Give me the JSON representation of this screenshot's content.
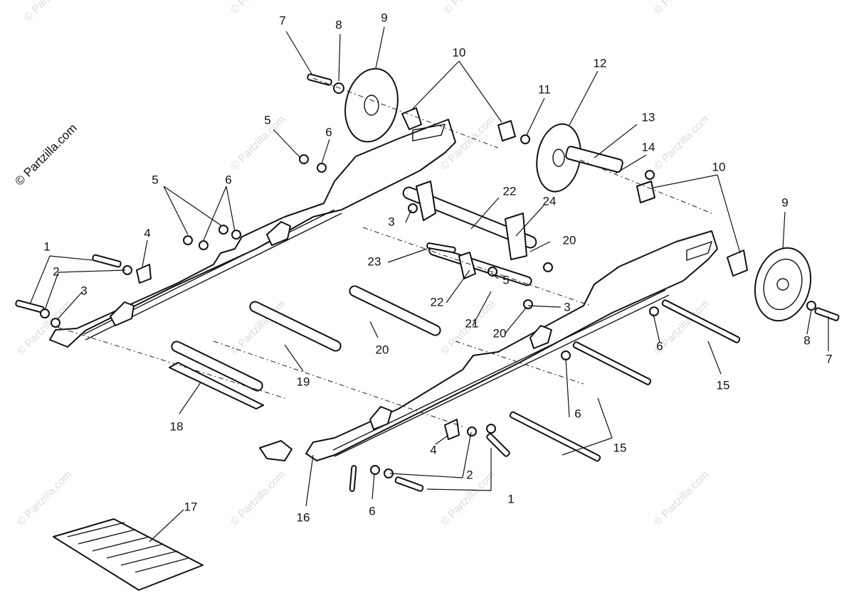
{
  "copyright": "© Partzilla.com",
  "watermark": "© Partzilla.com",
  "callouts": [
    {
      "id": "c7a",
      "label": "7"
    },
    {
      "id": "c8a",
      "label": "8"
    },
    {
      "id": "c9a",
      "label": "9"
    },
    {
      "id": "c10a",
      "label": "10"
    },
    {
      "id": "c11",
      "label": "11"
    },
    {
      "id": "c12",
      "label": "12"
    },
    {
      "id": "c13",
      "label": "13"
    },
    {
      "id": "c14",
      "label": "14"
    },
    {
      "id": "c10b",
      "label": "10"
    },
    {
      "id": "c9b",
      "label": "9"
    },
    {
      "id": "c5a",
      "label": "5"
    },
    {
      "id": "c6a",
      "label": "6"
    },
    {
      "id": "c5b",
      "label": "5"
    },
    {
      "id": "c6b",
      "label": "6"
    },
    {
      "id": "c4a",
      "label": "4"
    },
    {
      "id": "c1a",
      "label": "1"
    },
    {
      "id": "c2a",
      "label": "2"
    },
    {
      "id": "c3a",
      "label": "3"
    },
    {
      "id": "c22a",
      "label": "22"
    },
    {
      "id": "c24",
      "label": "24"
    },
    {
      "id": "c3b",
      "label": "3"
    },
    {
      "id": "c20a",
      "label": "20"
    },
    {
      "id": "c23",
      "label": "23"
    },
    {
      "id": "c5c",
      "label": "5"
    },
    {
      "id": "c22b",
      "label": "22"
    },
    {
      "id": "c21",
      "label": "21"
    },
    {
      "id": "c20b",
      "label": "20"
    },
    {
      "id": "c3c",
      "label": "3"
    },
    {
      "id": "c20c",
      "label": "20"
    },
    {
      "id": "c19",
      "label": "19"
    },
    {
      "id": "c18",
      "label": "18"
    },
    {
      "id": "c6c",
      "label": "6"
    },
    {
      "id": "c8b",
      "label": "8"
    },
    {
      "id": "c7b",
      "label": "7"
    },
    {
      "id": "c15a",
      "label": "15"
    },
    {
      "id": "c6d",
      "label": "6"
    },
    {
      "id": "c15b",
      "label": "15"
    },
    {
      "id": "c4b",
      "label": "4"
    },
    {
      "id": "c2b",
      "label": "2"
    },
    {
      "id": "c1b",
      "label": "1"
    },
    {
      "id": "c6e",
      "label": "6"
    },
    {
      "id": "c16",
      "label": "16"
    },
    {
      "id": "c17",
      "label": "17"
    }
  ]
}
